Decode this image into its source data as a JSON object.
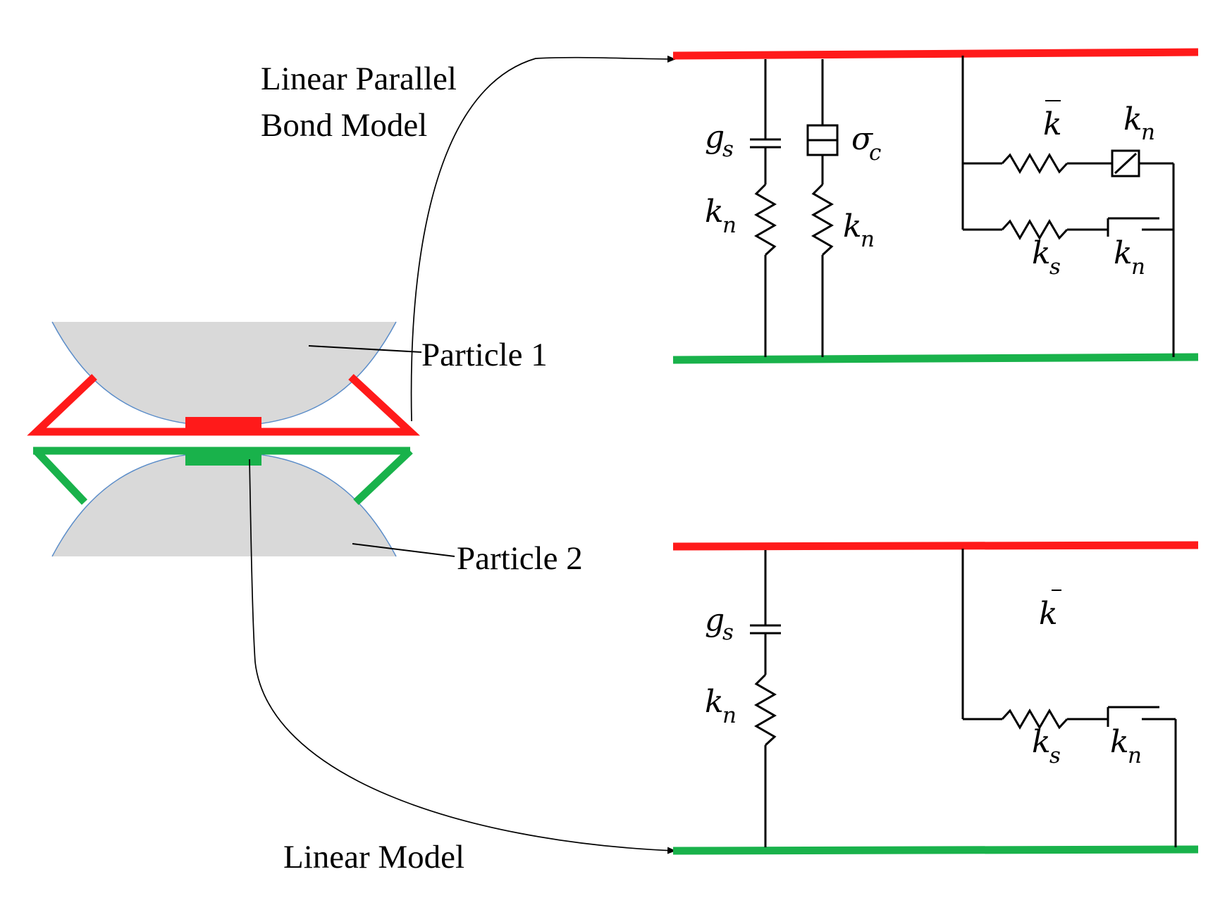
{
  "labels": {
    "lpbm_line1": "Linear Parallel",
    "lpbm_line2": "Bond Model",
    "linear_model": "Linear Model",
    "particle1": "Particle 1",
    "particle2": "Particle  2"
  },
  "symbols": {
    "g": "g",
    "k": "k",
    "sigma": "σ",
    "sub_s": "s",
    "sub_n": "n",
    "sub_c": "c"
  },
  "colors": {
    "top_plate": "#ff1a1a",
    "bottom_plate": "#19b24b",
    "particle_fill": "#d9d9d9",
    "particle_edge": "#5b8dc9",
    "wire": "#000000"
  }
}
